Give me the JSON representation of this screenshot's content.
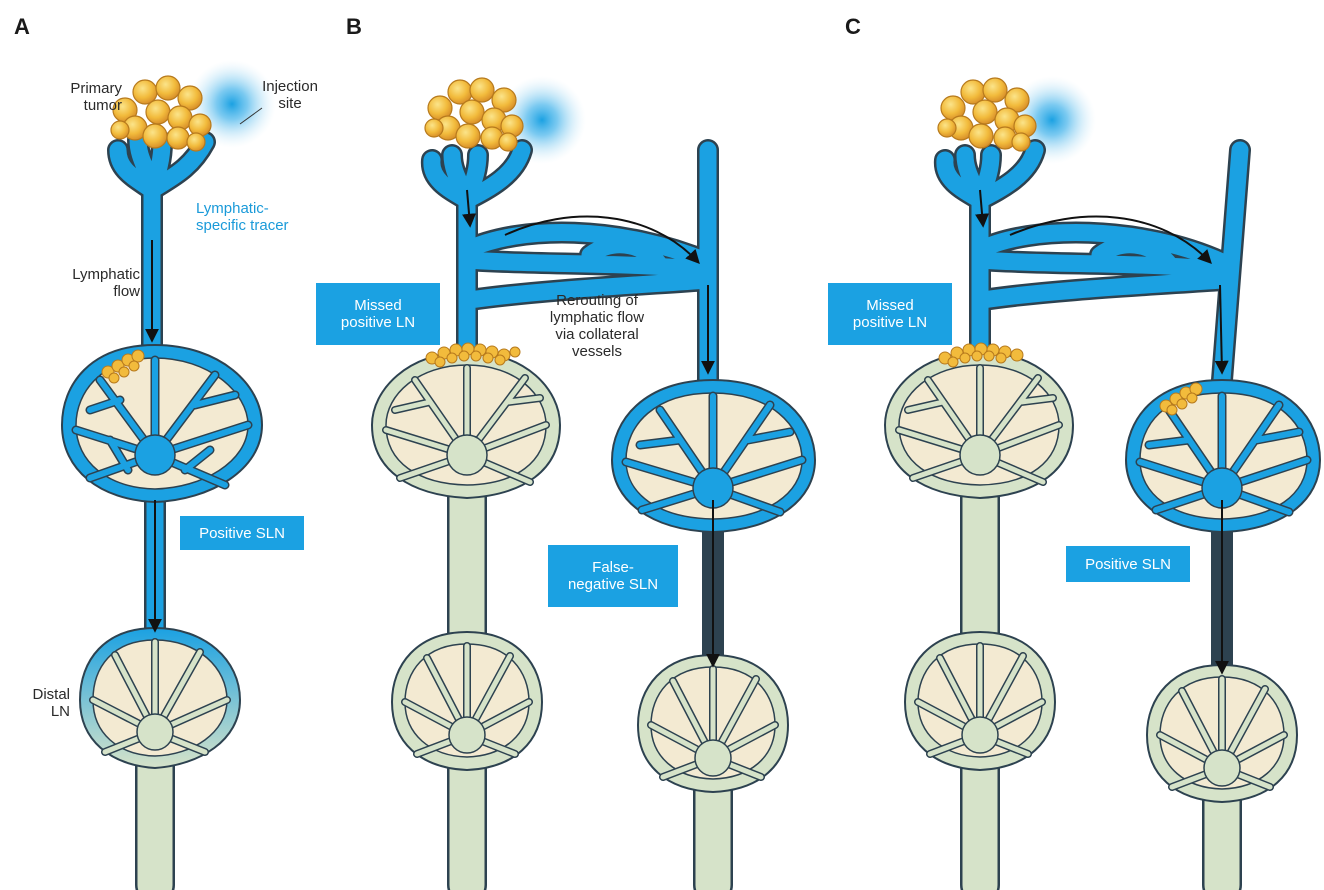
{
  "panels": {
    "a": "A",
    "b": "B",
    "c": "C"
  },
  "labels": {
    "primary_tumor": "Primary\ntumor",
    "injection_site": "Injection\nsite",
    "tracer": "Lymphatic-\nspecific tracer",
    "lymphatic_flow": "Lymphatic\nflow",
    "distal_ln": "Distal\nLN",
    "rerouting": "Rerouting of\nlymphatic flow\nvia collateral\nvessels"
  },
  "boxes": {
    "a_positive_sln": "Positive SLN",
    "b_missed_positive_ln": "Missed\npositive LN",
    "b_false_negative_sln": "False-\nnegative SLN",
    "c_missed_positive_ln": "Missed\npositive LN",
    "c_positive_sln": "Positive SLN"
  },
  "colors": {
    "lymph_blue": "#1ba1e2",
    "vessel_outline": "#2d4250",
    "node_green": "#d6e3c9",
    "node_fill": "#f3ead2",
    "tumor": "#f0b63a",
    "label_box": "#1ba1e2"
  }
}
